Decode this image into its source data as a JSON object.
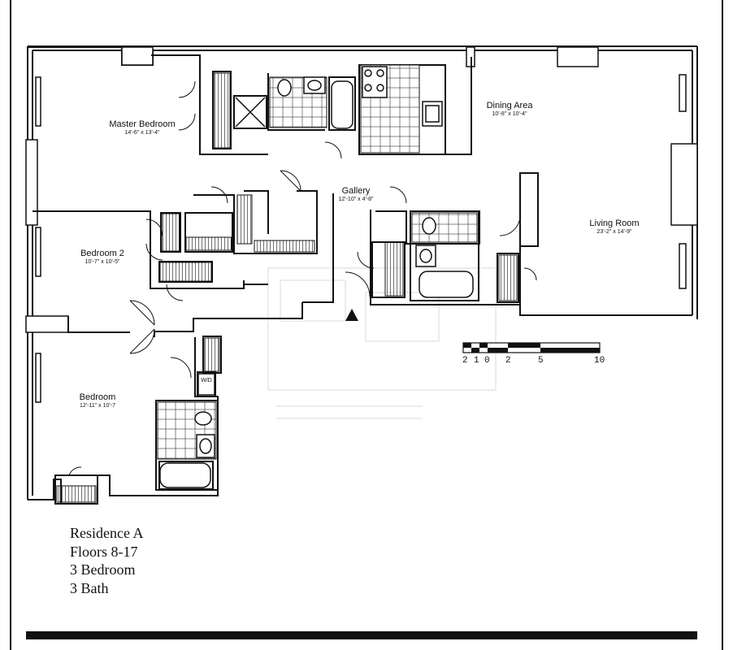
{
  "rooms": {
    "master_bedroom": {
      "name": "Master Bedroom",
      "dims": "14'-6\" x 13'-4\""
    },
    "dining_area": {
      "name": "Dining Area",
      "dims": "10'-8\" x 10'-4\""
    },
    "gallery": {
      "name": "Gallery",
      "dims": "12'-10\" x 4'-8\""
    },
    "living_room": {
      "name": "Living Room",
      "dims": "23'-2\" x 14'-9\""
    },
    "bedroom_2": {
      "name": "Bedroom 2",
      "dims": "10'-7\" x 10'-5\""
    },
    "bedroom": {
      "name": "Bedroom",
      "dims": "12'-11\" x 10'-7"
    },
    "washer_dryer": {
      "name": "W/D"
    }
  },
  "scale_bar": {
    "labels": [
      "2",
      "1",
      "0",
      "2",
      "5",
      "10"
    ]
  },
  "residence": {
    "name": "Residence A",
    "floors": "Floors 8-17",
    "bedrooms": "3 Bedroom",
    "baths": "3 Bath"
  },
  "colors": {
    "ink": "#111111",
    "background": "#ffffff"
  }
}
